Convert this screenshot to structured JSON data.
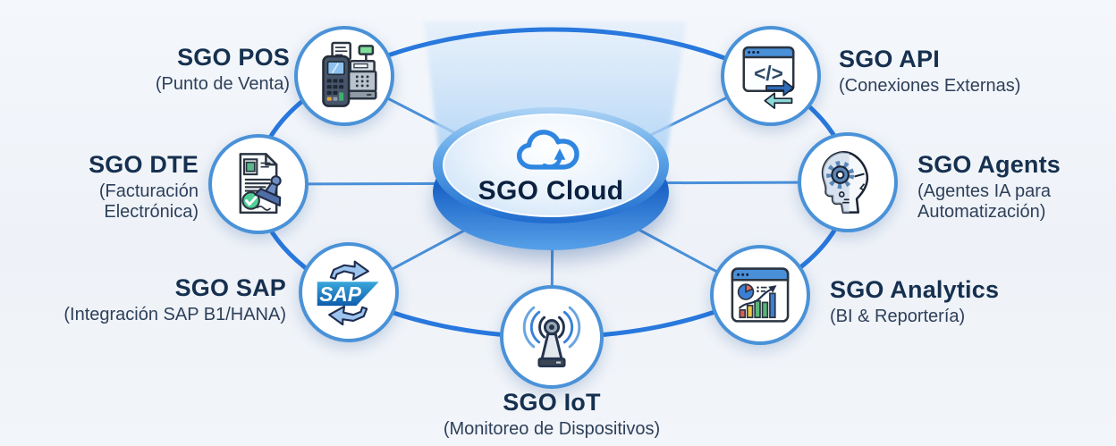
{
  "diagram_title": "SGO Cloud ecosystem diagram",
  "center": {
    "title": "SGO Cloud",
    "icon": "cloud-upload-icon"
  },
  "nodes": [
    {
      "id": "pos",
      "title": "SGO POS",
      "subtitle": "(Punto de Venta)",
      "icon": "pos-terminal-icon"
    },
    {
      "id": "dte",
      "title": "SGO DTE",
      "subtitle": "(Facturación Electrónica)",
      "icon": "invoice-stamp-icon"
    },
    {
      "id": "sap",
      "title": "SGO SAP",
      "subtitle": "(Integración SAP B1/HANA)",
      "icon": "sap-sync-icon"
    },
    {
      "id": "iot",
      "title": "SGO IoT",
      "subtitle": "(Monitoreo de Dispositivos)",
      "icon": "antenna-signal-icon"
    },
    {
      "id": "analytics",
      "title": "SGO Analytics",
      "subtitle": "(BI & Reportería)",
      "icon": "dashboard-chart-icon"
    },
    {
      "id": "agents",
      "title": "SGO Agents",
      "subtitle": "(Agentes IA para Automatización)",
      "icon": "ai-head-gear-icon"
    },
    {
      "id": "api",
      "title": "SGO API",
      "subtitle": "(Conexiones Externas)",
      "icon": "code-window-icon"
    }
  ],
  "sap_logo_text": "SAP",
  "api_code_glyph": "</>",
  "colors": {
    "background": "#f0f4f9",
    "ring": "#2878dd",
    "spoke": "#4a90d9",
    "node_border": "#4a92d8",
    "title_text": "#16304f",
    "subtitle_text": "#2e405a",
    "disc_rim": "#2e7ad2",
    "beam": "#a9d0f5"
  }
}
